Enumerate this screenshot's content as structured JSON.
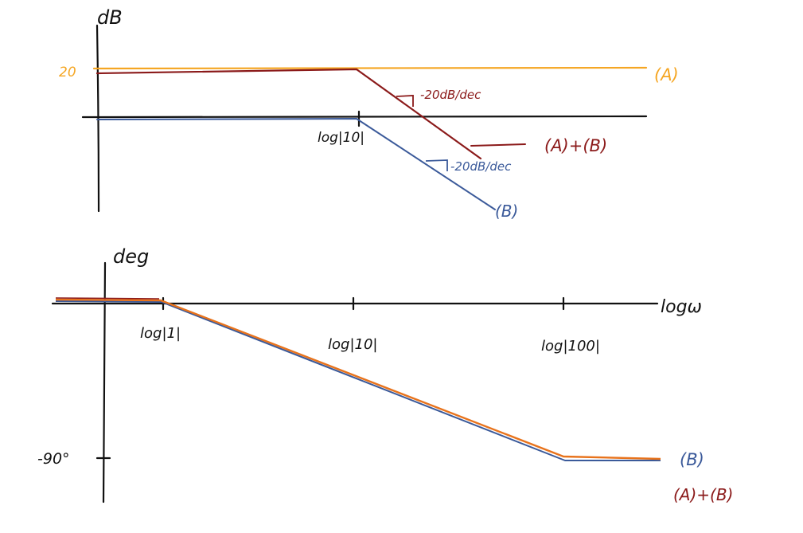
{
  "colors": {
    "axis": "#111111",
    "curve_a": "#f5a623",
    "curve_b": "#3b5a9a",
    "curve_sum": "#8b1a1a",
    "phase_sum": "#e8731c"
  },
  "magnitude_plot": {
    "y_axis_label": "dB",
    "y_tick_label": "20",
    "x_tick_label": "log|10|",
    "curve_a_label": "(A)",
    "curve_sum_label": "(A)+(B)",
    "curve_b_label": "(B)",
    "slope_label_sum": "-20dB/dec",
    "slope_label_b": "-20dB/dec"
  },
  "phase_plot": {
    "y_axis_label": "deg",
    "x_axis_label": "logω",
    "y_tick_label": "-90°",
    "x_tick_labels": [
      "log|1|",
      "log|10|",
      "log|100|"
    ],
    "curve_b_label": "(B)",
    "curve_sum_label": "(A)+(B)"
  }
}
